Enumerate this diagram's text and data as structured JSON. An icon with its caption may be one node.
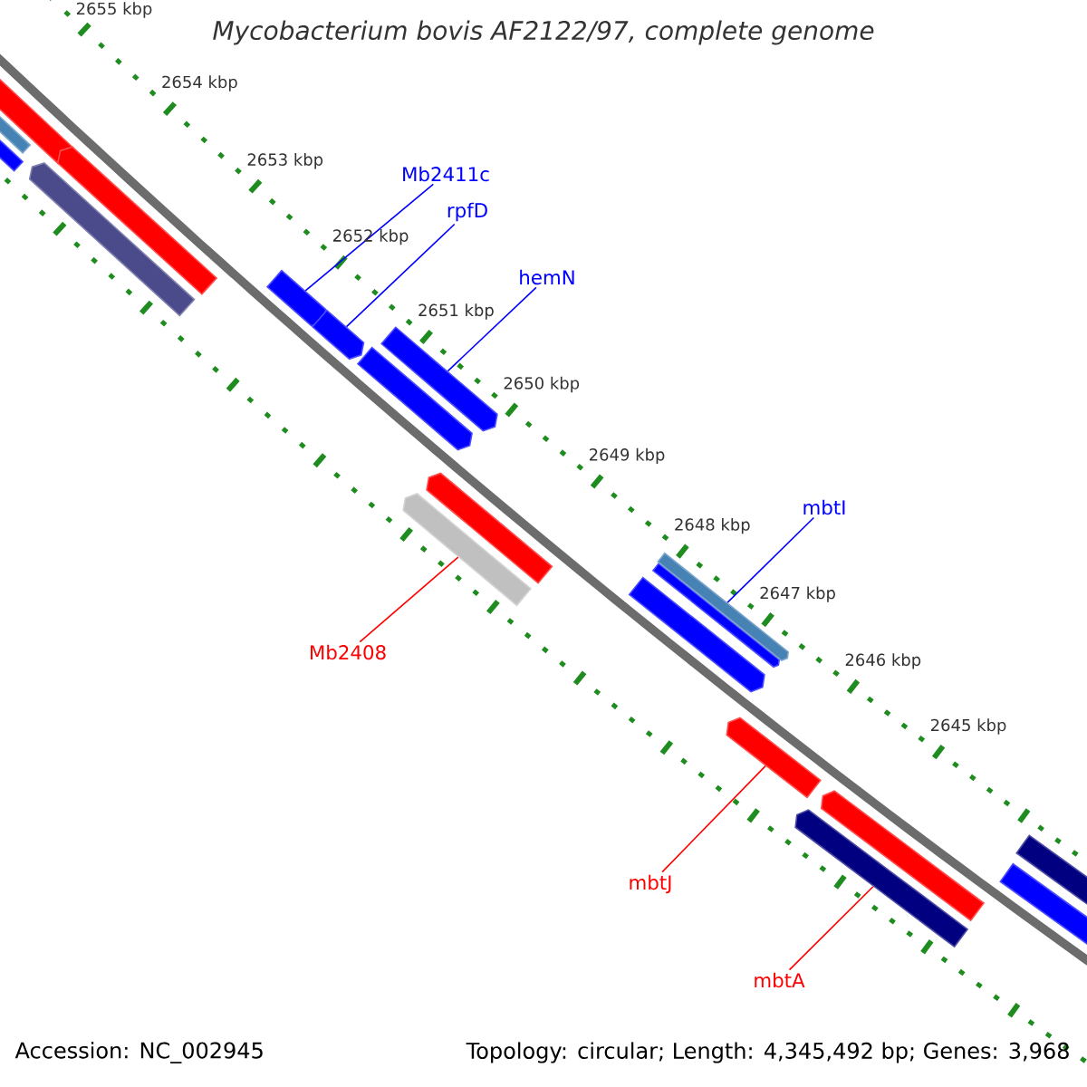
{
  "diagram": {
    "title": "Mycobacterium bovis AF2122/97, complete genome",
    "nodes": [
      {
        "text": [
          "Mb2411c"
        ]
      },
      {
        "text": [
          "rpfD"
        ]
      },
      {
        "text": [
          "hemN"
        ]
      },
      {
        "text": [
          "mbtI"
        ]
      },
      {
        "text": [
          "Mb2408"
        ]
      },
      {
        "text": [
          "mbtJ"
        ]
      },
      {
        "text": [
          "mbtA"
        ]
      },
      {
        "text": [],
        "shape": "bar"
      },
      {
        "text": [],
        "shape": "bar"
      },
      {
        "text": [],
        "shape": "bar"
      },
      {
        "text": [],
        "shape": "bar"
      },
      {
        "text": [],
        "shape": "bar"
      },
      {
        "text": [],
        "shape": "bar"
      },
      {
        "text": [],
        "shape": "bar"
      },
      {
        "text": [],
        "shape": "bar"
      },
      {
        "text": [],
        "shape": "bar"
      },
      {
        "text": [],
        "shape": "bar"
      },
      {
        "text": [],
        "shape": "bar"
      },
      {
        "text": [],
        "shape": "bar"
      },
      {
        "text": [],
        "shape": "bar"
      },
      {
        "text": [],
        "shape": "bar"
      },
      {
        "text": [],
        "shape": "bar"
      },
      {
        "text": [],
        "shape": "bar"
      },
      {
        "text": [],
        "shape": "bar"
      },
      {
        "text": [],
        "shape": "bar"
      },
      {
        "text": [],
        "shape": "bar"
      }
    ],
    "edges": [
      {
        "from": 0,
        "to": 12,
        "arrow": "none"
      },
      {
        "from": 1,
        "to": 13,
        "arrow": "none"
      },
      {
        "from": 2,
        "to": 15,
        "arrow": "none"
      },
      {
        "from": 3,
        "to": 20,
        "arrow": "none"
      },
      {
        "from": 4,
        "to": 16,
        "arrow": "none",
        "color": "#ff0000"
      },
      {
        "from": 5,
        "to": 21,
        "arrow": "none",
        "color": "#ff0000"
      },
      {
        "from": 6,
        "to": 22,
        "arrow": "none",
        "color": "#ff0000"
      }
    ],
    "labels": [
      "2655 kbp",
      "2654 kbp",
      "2653 kbp",
      "2652 kbp",
      "2651 kbp",
      "2650 kbp",
      "2649 kbp",
      "2648 kbp",
      "2647 kbp",
      "2646 kbp",
      "2645 kbp",
      "Accession: NC_002945",
      "Topology: circular; Length: 4,345,492 bp; Genes: 3,968"
    ]
  }
}
